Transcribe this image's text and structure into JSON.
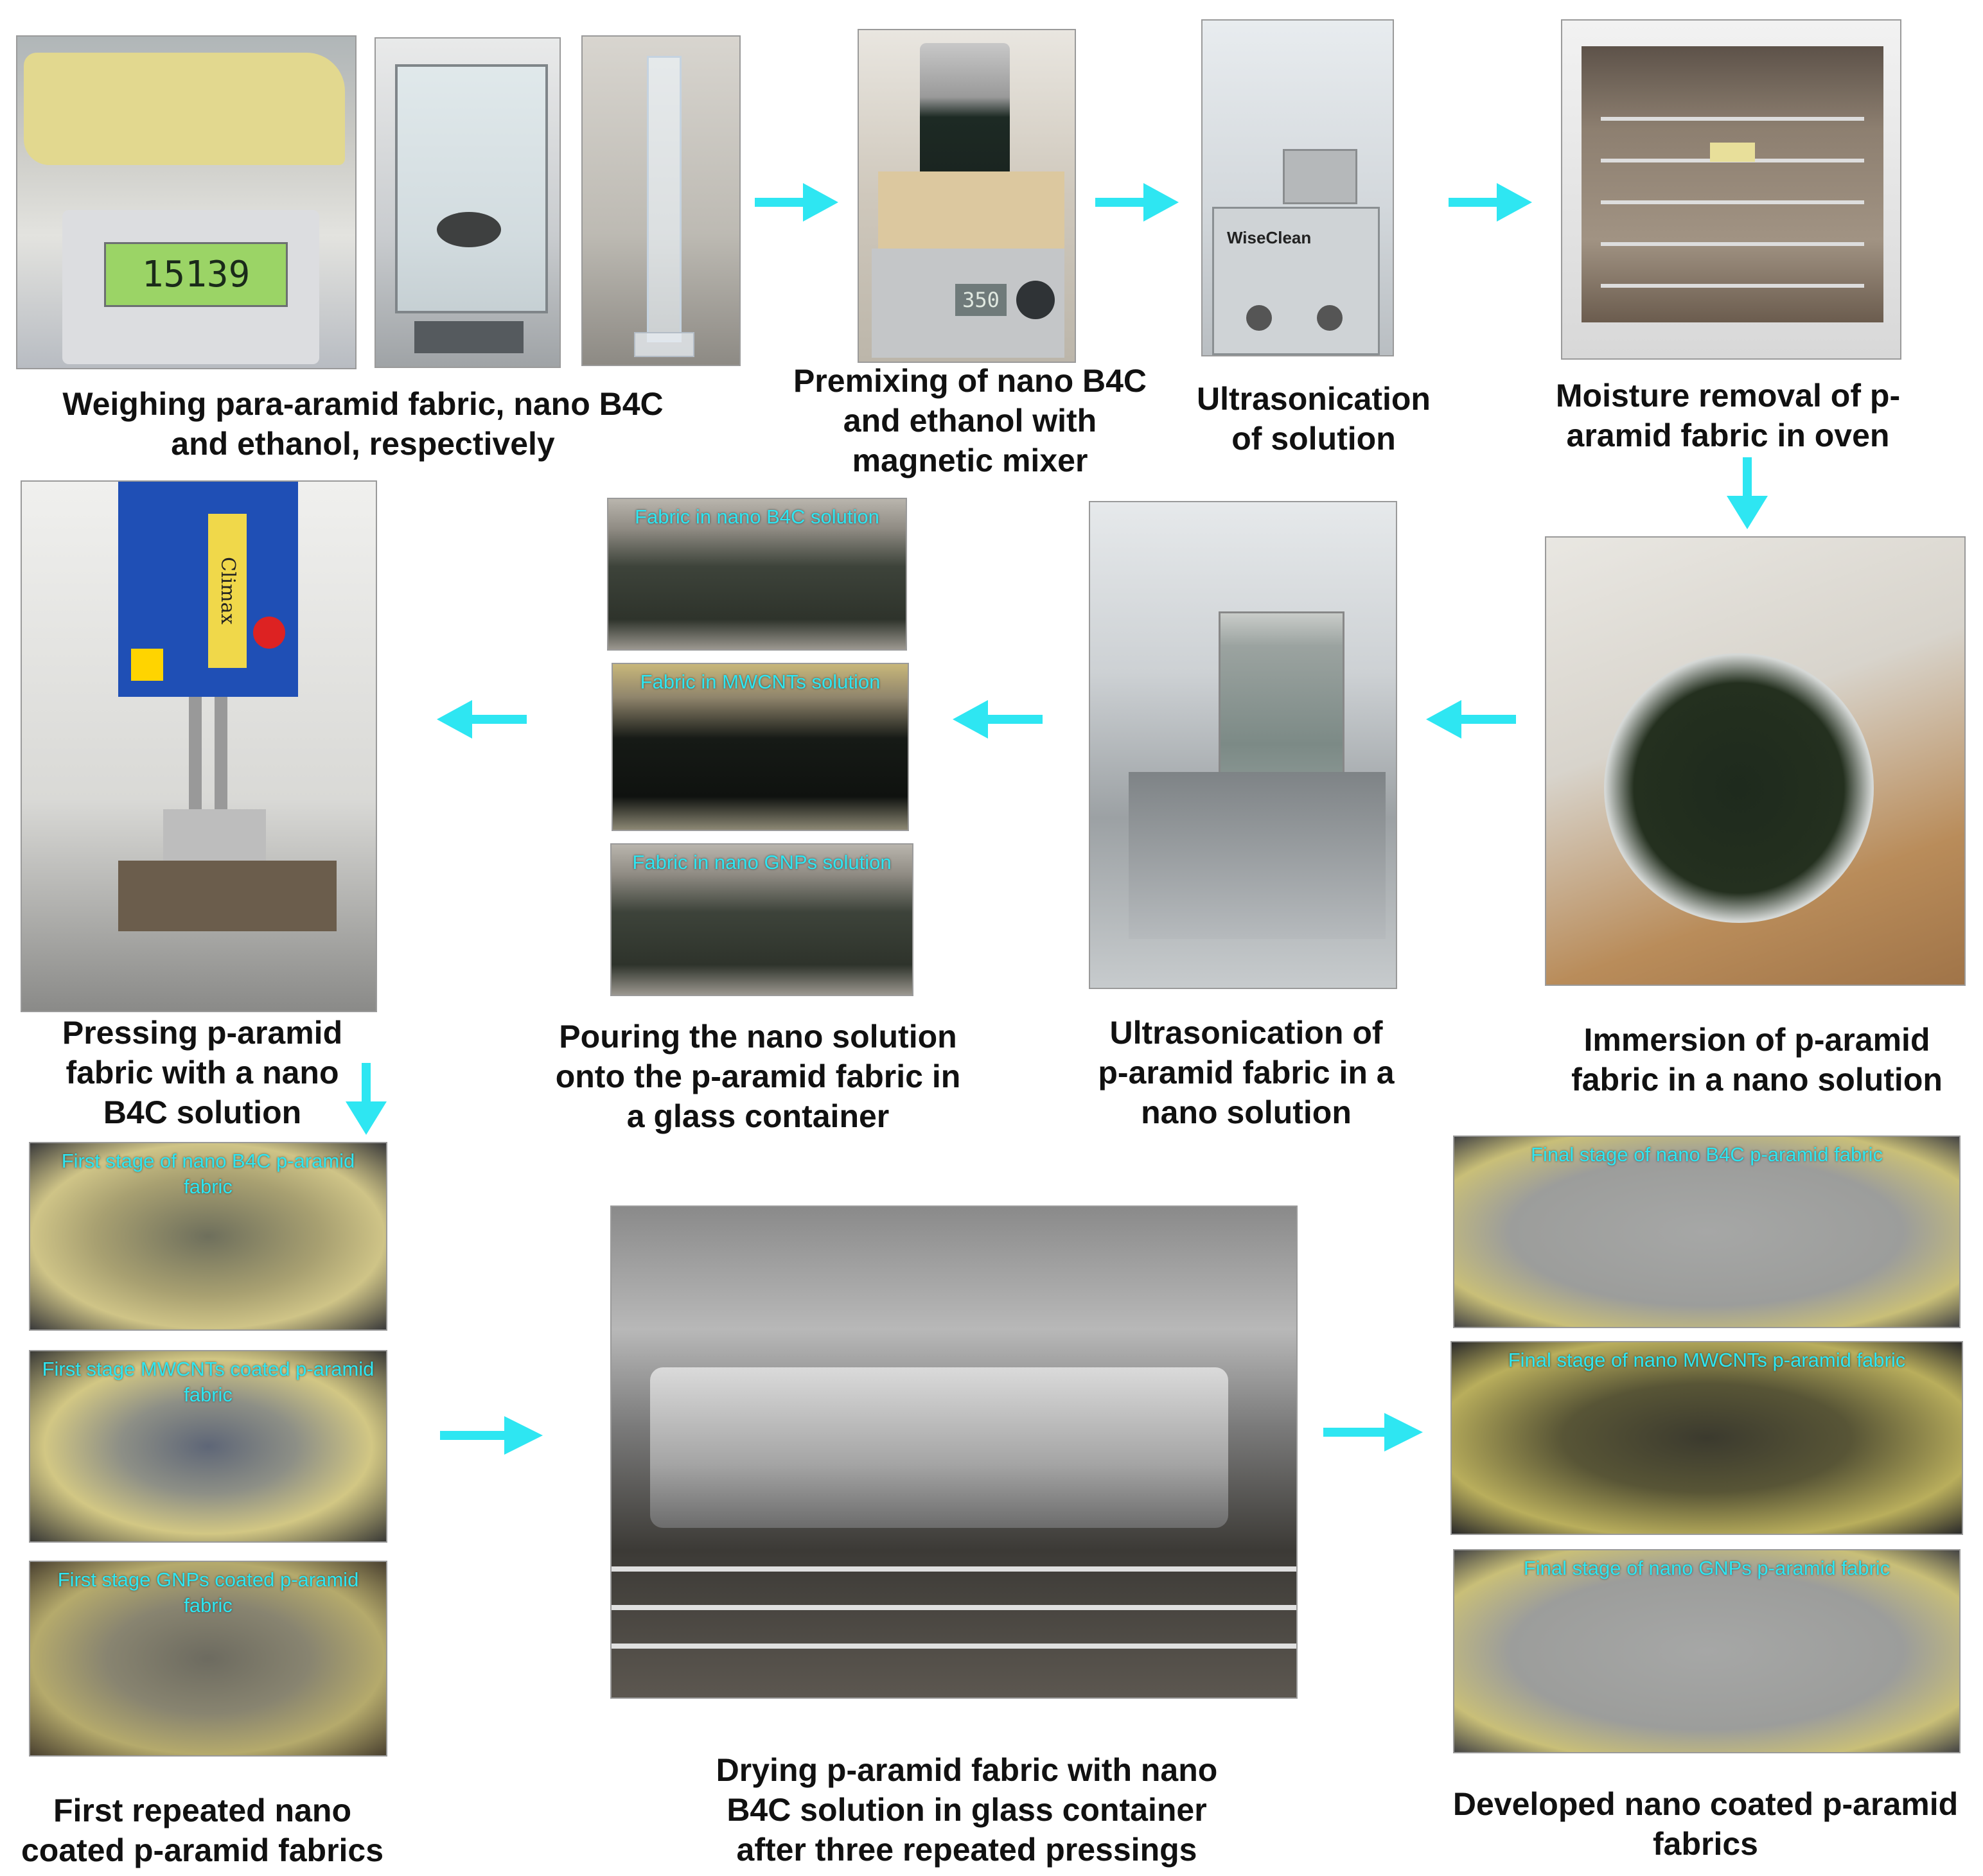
{
  "captions": {
    "weighing": "Weighing para-aramid fabric, nano B4C\nand ethanol, respectively",
    "premixing": "Premixing of nano B4C\nand ethanol with\nmagnetic mixer",
    "ultrasonication_solution": "Ultrasonication\nof solution",
    "moisture_removal": "Moisture removal of p-\naramid fabric in oven",
    "pressing": "Pressing p-aramid\nfabric with a nano\nB4C solution",
    "pouring": "Pouring the nano solution\nonto the p-aramid fabric in\na glass container",
    "ultrasonication_fabric": "Ultrasonication of\np-aramid fabric in a\nnano solution",
    "immersion": "Immersion of p-aramid\nfabric in a nano solution",
    "first_repeated": "First repeated nano\ncoated p-aramid fabrics",
    "drying": "Drying p-aramid fabric with nano\nB4C solution in glass container\nafter three repeated pressings",
    "developed": "Developed nano coated p-aramid\nfabrics"
  },
  "photo_labels": {
    "balance_display": "15139",
    "stirrer_display": "350",
    "ultrasonic_brand": "WiseClean",
    "press_brand": "Climax",
    "dish_b4c": "Fabric in nano B4C solution",
    "dish_mwcnts": "Fabric in MWCNTs solution",
    "dish_gnps": "Fabric in nano GNPs solution",
    "first_b4c": "First stage of nano B4C p-aramid\nfabric",
    "first_mwcnts": "First stage MWCNTs coated p-aramid\nfabric",
    "first_gnps": "First stage GNPs coated p-aramid\nfabric",
    "final_b4c": "Final stage of nano B4C p-aramid fabric",
    "final_mwcnts": "Final stage of nano MWCNTs p-aramid fabric",
    "final_gnps": "Final stage of nano GNPs p-aramid fabric"
  },
  "colors": {
    "arrow": "#2ee6f2",
    "overlay_text": "#2ee6f2",
    "caption_text": "#111111"
  }
}
